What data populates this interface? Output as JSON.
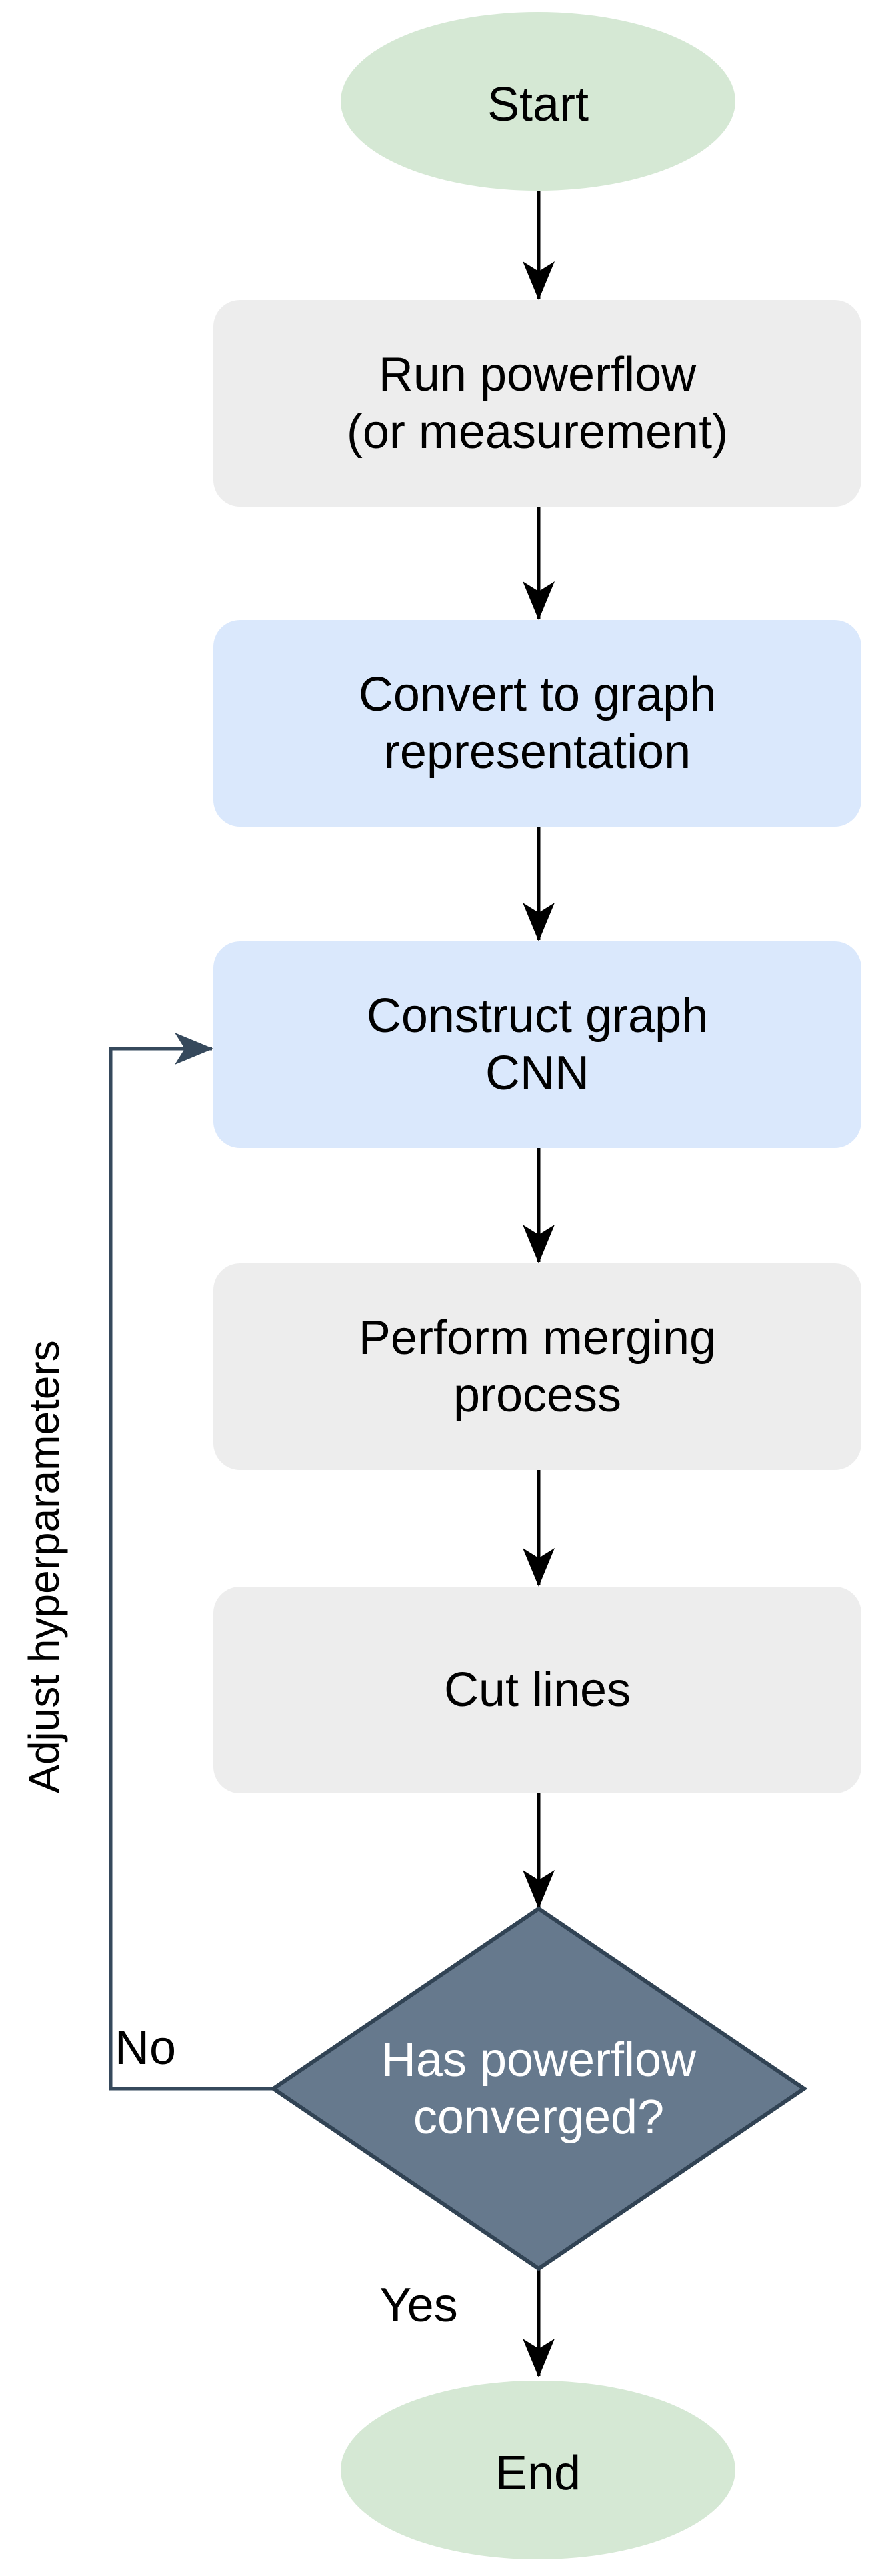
{
  "flowchart": {
    "nodes": {
      "start": {
        "label": "Start"
      },
      "run_powerflow": {
        "line1": "Run powerflow",
        "line2": "(or measurement)"
      },
      "convert_graph": {
        "line1": "Convert to graph",
        "line2": "representation"
      },
      "construct_cnn": {
        "line1": "Construct graph",
        "line2": "CNN"
      },
      "merging": {
        "line1": "Perform merging",
        "line2": "process"
      },
      "cut_lines": {
        "label": "Cut lines"
      },
      "decision": {
        "line1": "Has powerflow",
        "line2": "converged?"
      },
      "end": {
        "label": "End"
      }
    },
    "edge_labels": {
      "no": "No",
      "yes": "Yes",
      "loop": "Adjust hyperparameters"
    },
    "colors": {
      "terminal_fill": "#d5e8d4",
      "process_fill": "#ededed",
      "accent_fill": "#dae8fc",
      "decision_fill": "#66798d",
      "decision_border": "#314354",
      "loop_arrow": "#36495c",
      "flow_arrow": "#000000",
      "decision_text": "#ffffff",
      "node_text": "#000000"
    }
  }
}
